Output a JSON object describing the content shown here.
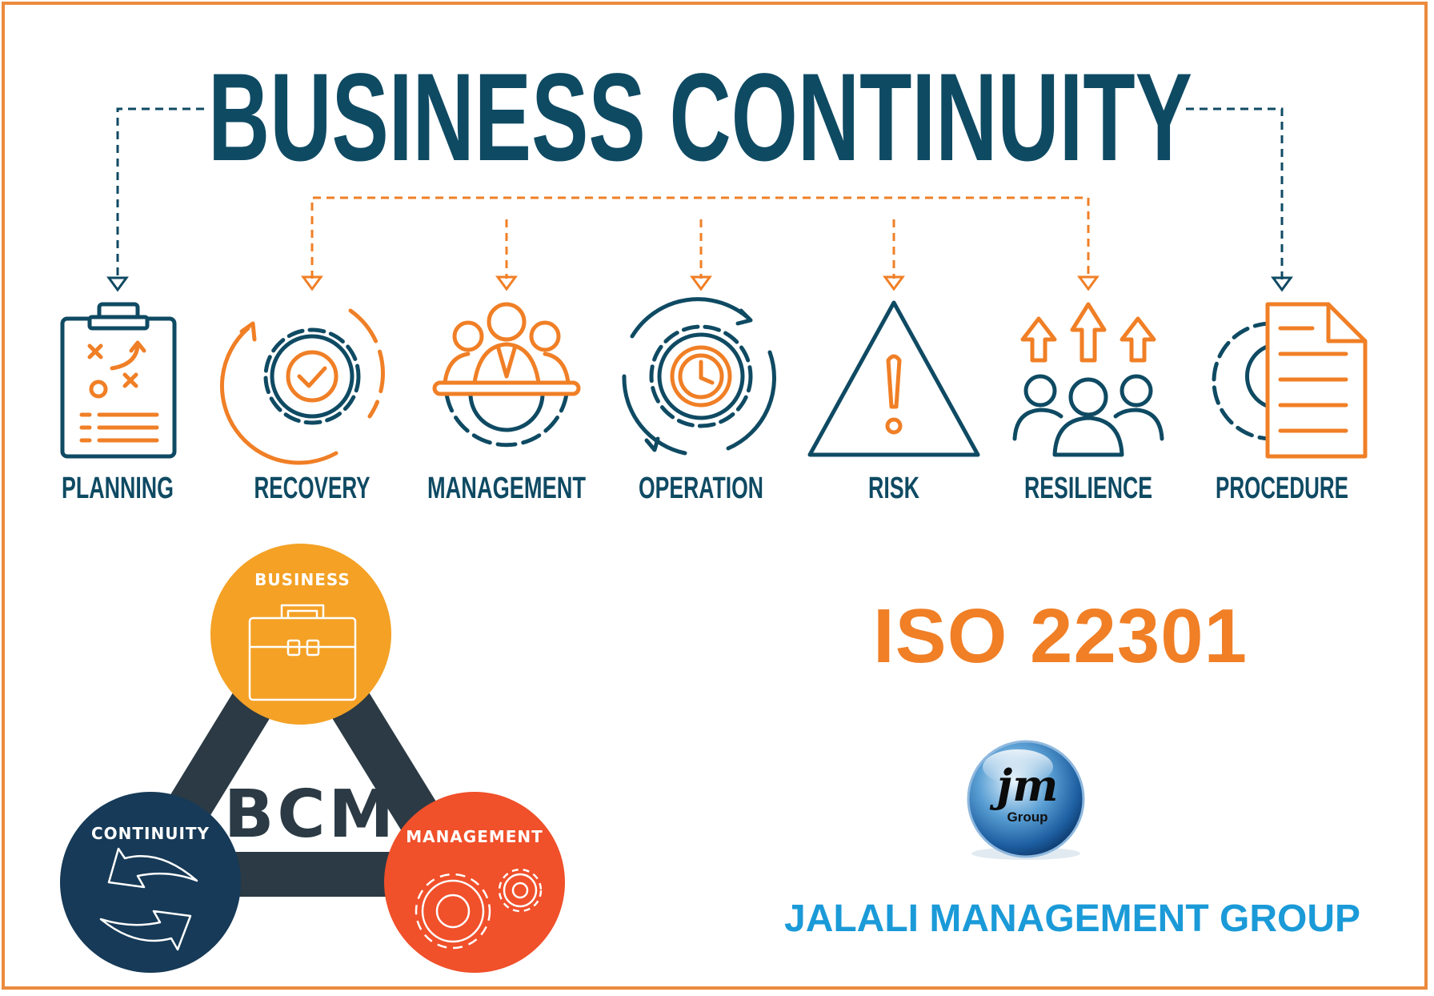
{
  "title": "BUSINESS CONTINUITY",
  "items": [
    {
      "label": "PLANNING",
      "icon": "clipboard-plan-icon"
    },
    {
      "label": "RECOVERY",
      "icon": "gear-check-recovery-icon"
    },
    {
      "label": "MANAGEMENT",
      "icon": "team-meeting-gear-icon"
    },
    {
      "label": "OPERATION",
      "icon": "gear-clock-cycle-icon"
    },
    {
      "label": "RISK",
      "icon": "warning-triangle-icon"
    },
    {
      "label": "RESILIENCE",
      "icon": "people-arrows-up-icon"
    },
    {
      "label": "PROCEDURE",
      "icon": "gear-document-icon"
    }
  ],
  "bcm": {
    "center": "BCM",
    "nodes": {
      "business": "BUSINESS",
      "continuity": "CONTINUITY",
      "management": "MANAGEMENT"
    }
  },
  "standard": "ISO 22301",
  "logo": {
    "mark": "jm",
    "sub": "Group"
  },
  "company": "JALALI MANAGEMENT GROUP",
  "colors": {
    "navy": "#0f4a63",
    "orange": "#f07f26",
    "amber": "#f4a125",
    "red_orange": "#f0502a",
    "dark_navy": "#163a57",
    "slate": "#2b3a44",
    "blue": "#1b9ad8",
    "frame": "#ec8a3c"
  }
}
